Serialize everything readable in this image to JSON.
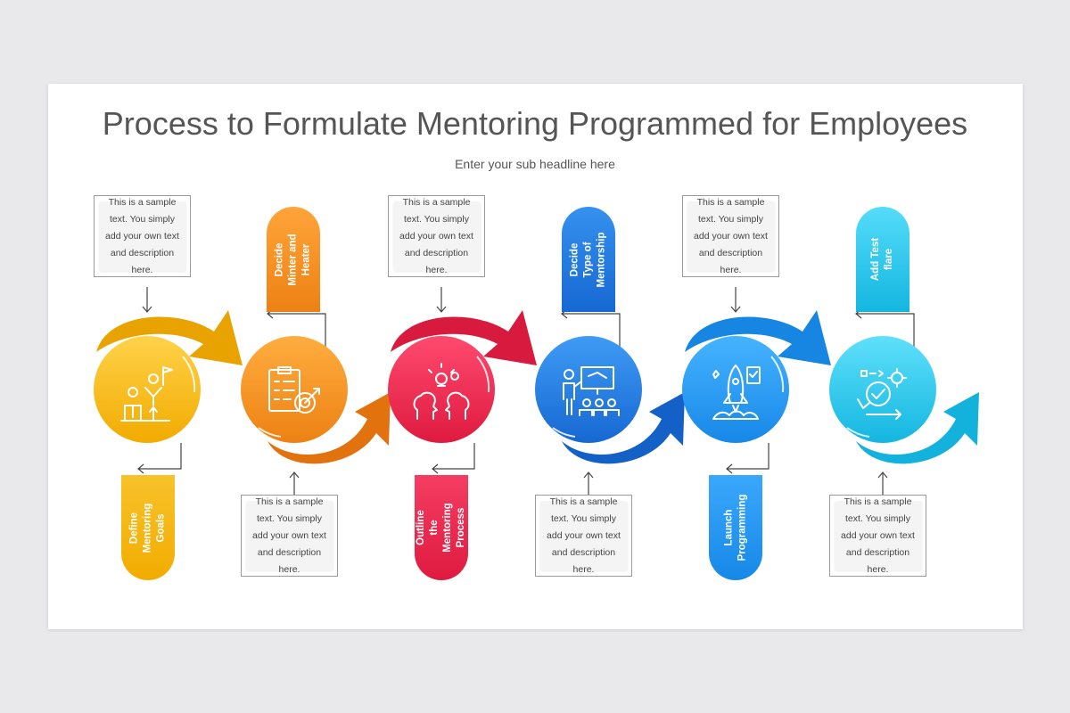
{
  "title": "Process to Formulate Mentoring Programmed for Employees",
  "subtitle": "Enter your sub headline here",
  "sample_text": "This is a sample text. You simply add your own text and description here.",
  "steps": [
    {
      "label": "Define Mentoring Goals",
      "color": "#f2b100",
      "icon": "leader-growth-icon"
    },
    {
      "label": "Decide Minter and Heater",
      "color": "#f08a1c",
      "icon": "checklist-target-icon"
    },
    {
      "label": "Outline the Mentoring Process",
      "color": "#e5234a",
      "icon": "brainstorm-heads-icon"
    },
    {
      "label": "Decide Type of Mentorship",
      "color": "#1f7fe0",
      "icon": "presentation-audience-icon"
    },
    {
      "label": "Launch Programming",
      "color": "#1b95ee",
      "icon": "rocket-launch-icon"
    },
    {
      "label": "Add Test flare",
      "color": "#1fc6e8",
      "icon": "gears-check-icon"
    }
  ]
}
